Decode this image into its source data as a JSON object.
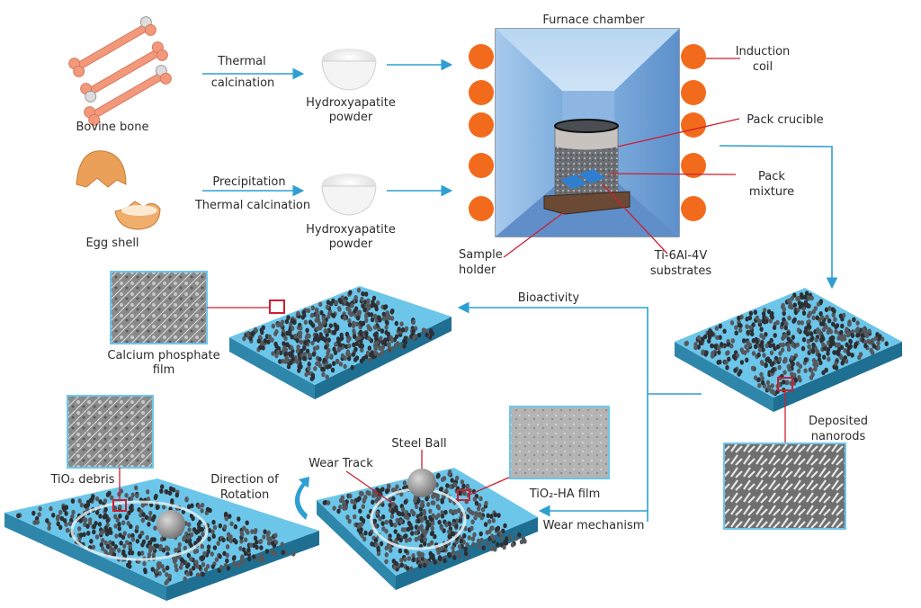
{
  "labels": {
    "bovine_bone": "Bovine bone",
    "egg_shell": "Egg shell",
    "thermal": "Thermal",
    "calcination": "calcination",
    "precipitation": "Precipitation",
    "thermal_calcination": "Thermal calcination",
    "hydroxyapatite_1": "Hydroxyapatite",
    "powder_1": "powder",
    "hydroxyapatite_2": "Hydroxyapatite",
    "powder_2": "powder",
    "furnace_chamber": "Furnace chamber",
    "induction": "Induction",
    "coil": "coil",
    "pack_crucible": "Pack crucible",
    "pack": "Pack",
    "mixture": "mixture",
    "sample": "Sample",
    "holder": "holder",
    "ti_alloy": "Ti-6Al-4V",
    "substrates": "substrates",
    "bioactivity": "Bioactivity",
    "calcium_phosphate": "Calcium phosphate",
    "film": "film",
    "deposited": "Deposited",
    "nanorods": "nanorods",
    "wear_mechanism": "Wear mechanism",
    "steel_ball": "Steel Ball",
    "wear_track": "Wear Track",
    "tio2_ha_film": "TiO₂-HA film",
    "direction_of": "Direction of",
    "rotation": "Rotation",
    "tio2_debris": "TiO₂ debris"
  },
  "colors": {
    "arrow": "#2e9fd2",
    "leader": "#cc2030",
    "coil": "#f26b1d",
    "slab_top": "#6cc6ea",
    "slab_side": "#2d7fa3"
  }
}
